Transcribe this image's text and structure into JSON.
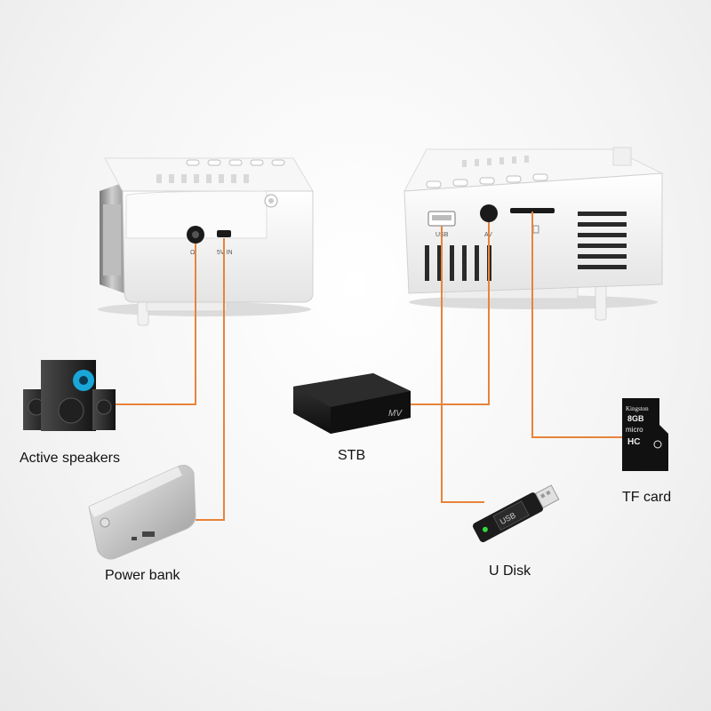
{
  "labels": {
    "speakers": "Active speakers",
    "power_bank": "Power bank",
    "stb": "STB",
    "u_disk": "U Disk",
    "tf_card": "TF card"
  },
  "ports": {
    "audio": "Ω",
    "dc_in": "5V IN",
    "usb": "USB",
    "av": "AV"
  },
  "device_text": {
    "usb_stick": "USB",
    "sd_brand": "Kingston",
    "sd_capacity": "8GB",
    "sd_type": "micro",
    "sd_class": "HC",
    "stb_brand": "MV"
  },
  "colors": {
    "connector_line": "#e8833a",
    "device_white": "#ffffff"
  }
}
